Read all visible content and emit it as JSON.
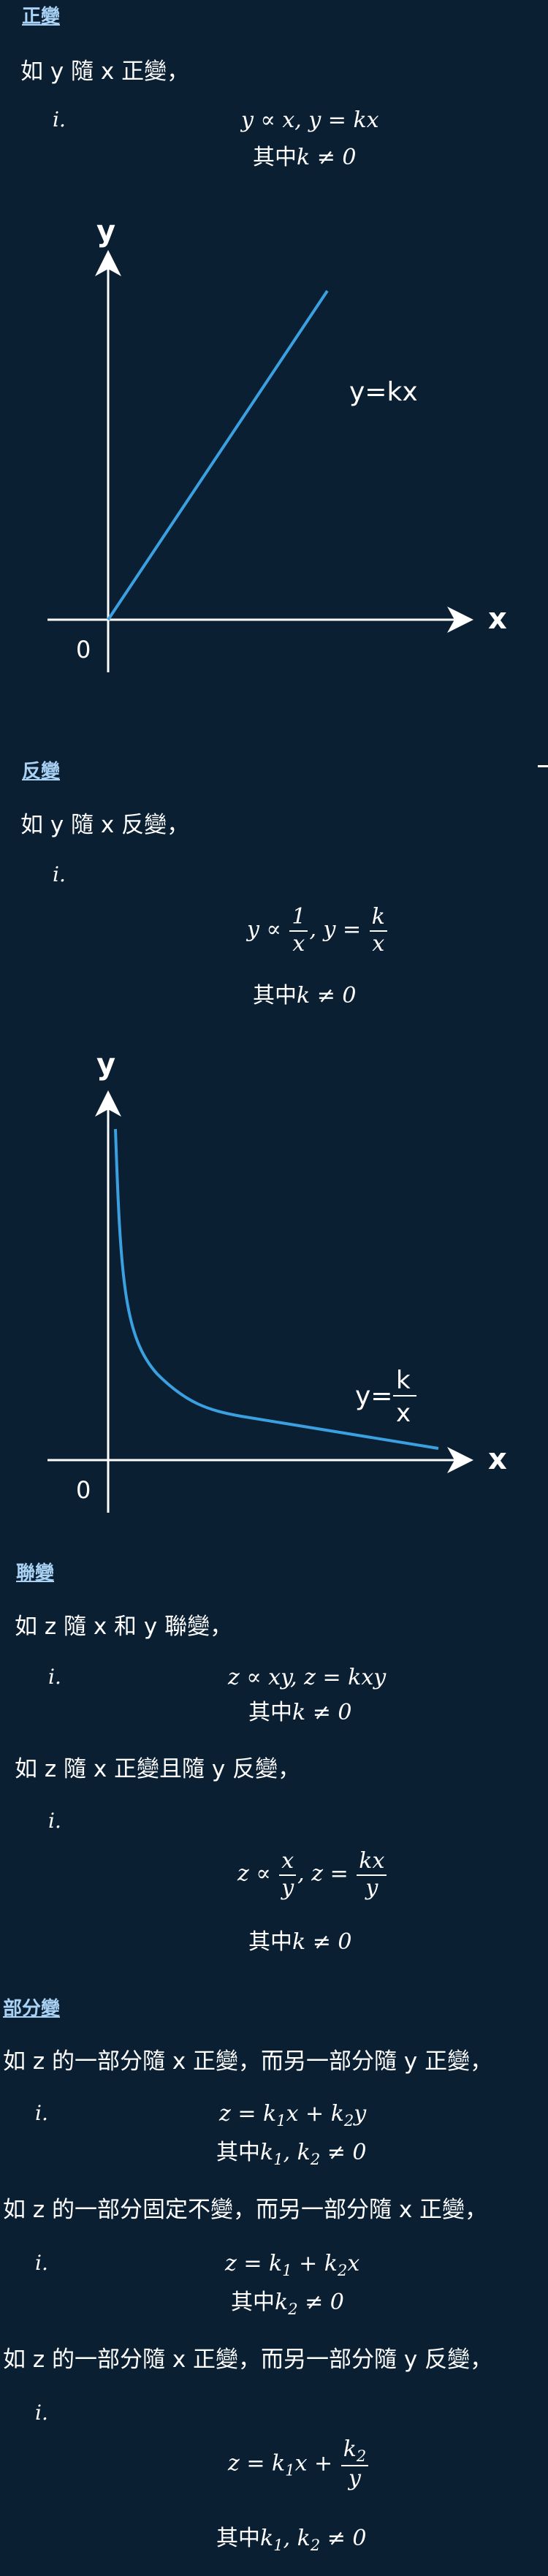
{
  "direct": {
    "heading": "正變",
    "sentence": "如 y 隨 x 正變，",
    "enum": "i.",
    "formula": "y ∝ x, y = kx",
    "cond_prefix": "其中",
    "cond": "k ≠ 0",
    "graph": {
      "y_axis": "y",
      "x_axis": "x",
      "origin": "0",
      "curve_label": "y=kx"
    }
  },
  "inverse": {
    "heading": "反變",
    "sentence": "如 y 隨 x 反變，",
    "enum": "i.",
    "f_left": "y ∝",
    "f_num1": "1",
    "f_den1": "x",
    "f_mid": ", y =",
    "f_num2": "k",
    "f_den2": "x",
    "cond_prefix": "其中",
    "cond": "k ≠ 0",
    "graph": {
      "y_axis": "y",
      "x_axis": "x",
      "origin": "0",
      "curve_label": "y=",
      "label_num": "k",
      "label_den": "x"
    }
  },
  "joint": {
    "heading": "聯變",
    "s1": "如 z 隨 x 和 y 聯變，",
    "e1": "i.",
    "f1": "z ∝ xy, z = kxy",
    "c1_prefix": "其中",
    "c1": "k ≠ 0",
    "s2": "如 z 隨 x 正變且隨 y 反變，",
    "e2": "i.",
    "f2_left": "z ∝",
    "f2_num1": "x",
    "f2_den1": "y",
    "f2_mid": ", z =",
    "f2_num2": "kx",
    "f2_den2": "y",
    "c2_prefix": "其中",
    "c2": "k ≠ 0"
  },
  "partial": {
    "heading": "部分變",
    "s1": "如 z 的一部分隨 x 正變，而另一部分隨 y 正變，",
    "e1": "i.",
    "f1": "z = k1x + k2y",
    "c1_prefix": "其中",
    "c1": "k1, k2 ≠ 0",
    "s2": "如 z 的一部分固定不變，而另一部分隨 x 正變，",
    "e2": "i.",
    "f2": "z = k1 + k2x",
    "c2_prefix": "其中",
    "c2": "k2 ≠ 0",
    "s3": "如 z 的一部分隨 x 正變，而另一部分隨 y 反變，",
    "e3": "i.",
    "f3_left": "z = k1x +",
    "f3_num": "k2",
    "f3_den": "y",
    "c3_prefix": "其中",
    "c3": "k1, k2 ≠ 0"
  },
  "colors": {
    "background": "#0b1f33",
    "heading": "#a9d2f5",
    "curve": "#3aa0e0",
    "axis": "#ffffff"
  }
}
